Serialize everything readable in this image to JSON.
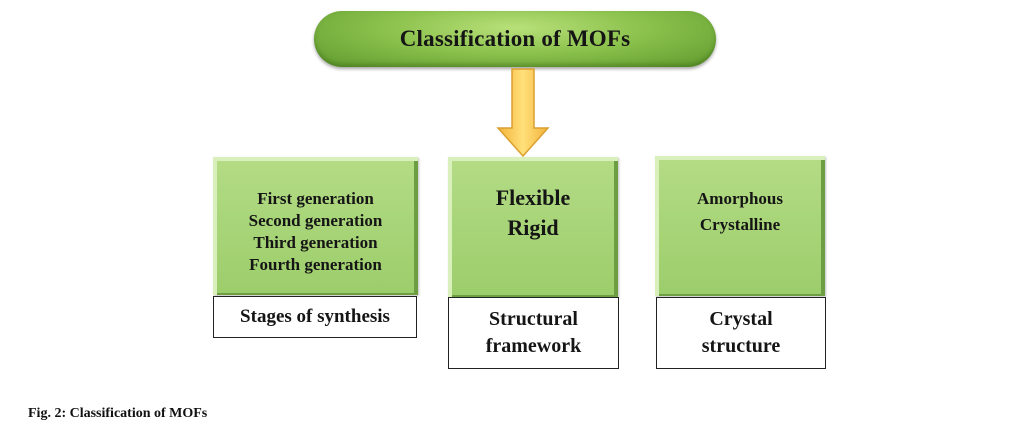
{
  "diagram": {
    "title": "Classification of MOFs",
    "categories": [
      {
        "items": [
          "First generation",
          "Second generation",
          "Third generation",
          "Fourth generation"
        ],
        "label": "Stages of synthesis"
      },
      {
        "items": [
          "Flexible",
          "Rigid"
        ],
        "label": "Structural framework"
      },
      {
        "items": [
          "Amorphous",
          "Crystalline"
        ],
        "label": "Crystal structure"
      }
    ]
  },
  "caption": "Fig. 2: Classification of MOFs",
  "colors": {
    "pill": "#8cc24d",
    "box": "#a8d57a",
    "arrow": "#f7c948"
  }
}
